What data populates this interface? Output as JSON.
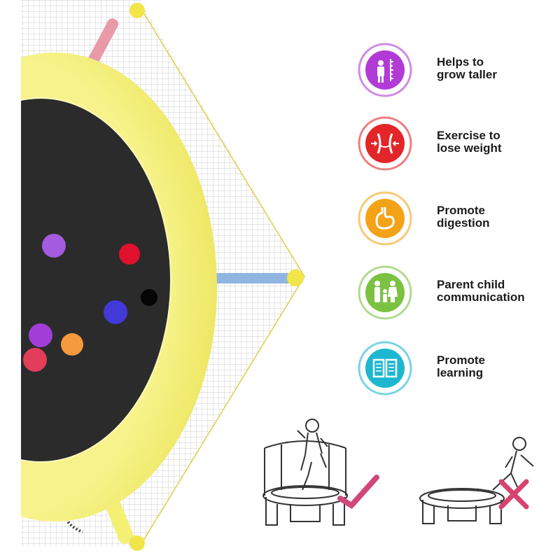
{
  "benefits": [
    {
      "label": "Helps to\ngrow taller",
      "icon": "child-height-icon",
      "color": "#b23bd6"
    },
    {
      "label": "Exercise to\nlose weight",
      "icon": "waist-icon",
      "color": "#e2262a"
    },
    {
      "label": "Promote\ndigestion",
      "icon": "stomach-icon",
      "color": "#f5a316"
    },
    {
      "label": "Parent child\ncommunication",
      "icon": "family-icon",
      "color": "#7cc242"
    },
    {
      "label": "Promote\nlearning",
      "icon": "book-icon",
      "color": "#1eb7d0"
    }
  ],
  "colors": {
    "frame": "#f4f073",
    "mat": "#2b2b2b",
    "pole_pink": "#e89aa8",
    "pole_blue": "#8fb6e0",
    "check": "#d0487a",
    "cross": "#d8426e"
  }
}
